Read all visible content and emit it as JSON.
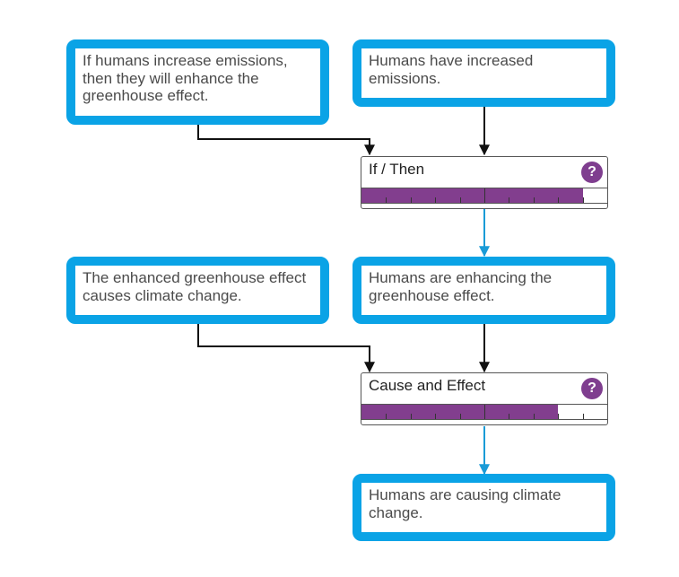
{
  "premises": {
    "if_then_statement": "If humans increase emissions, then they will enhance the greenhouse effect.",
    "humans_increased_emissions": "Humans have increased emissions.",
    "greenhouse_causes_climate": "The enhanced greenhouse effect causes climate change.",
    "humans_enhancing_greenhouse": "Humans are enhancing the greenhouse effect.",
    "humans_causing_climate": "Humans are causing climate change."
  },
  "rules": {
    "if_then": {
      "label": "If / Then",
      "help_icon": "?",
      "strength": 0.9
    },
    "cause_effect": {
      "label": "Cause and Effect",
      "help_icon": "?",
      "strength": 0.8
    }
  },
  "colors": {
    "box_border": "#0aa3e6",
    "meter_fill": "#823e8e",
    "help_bg": "#7f3e8f",
    "output_connector": "#1a9bd7",
    "input_connector": "#111111"
  }
}
